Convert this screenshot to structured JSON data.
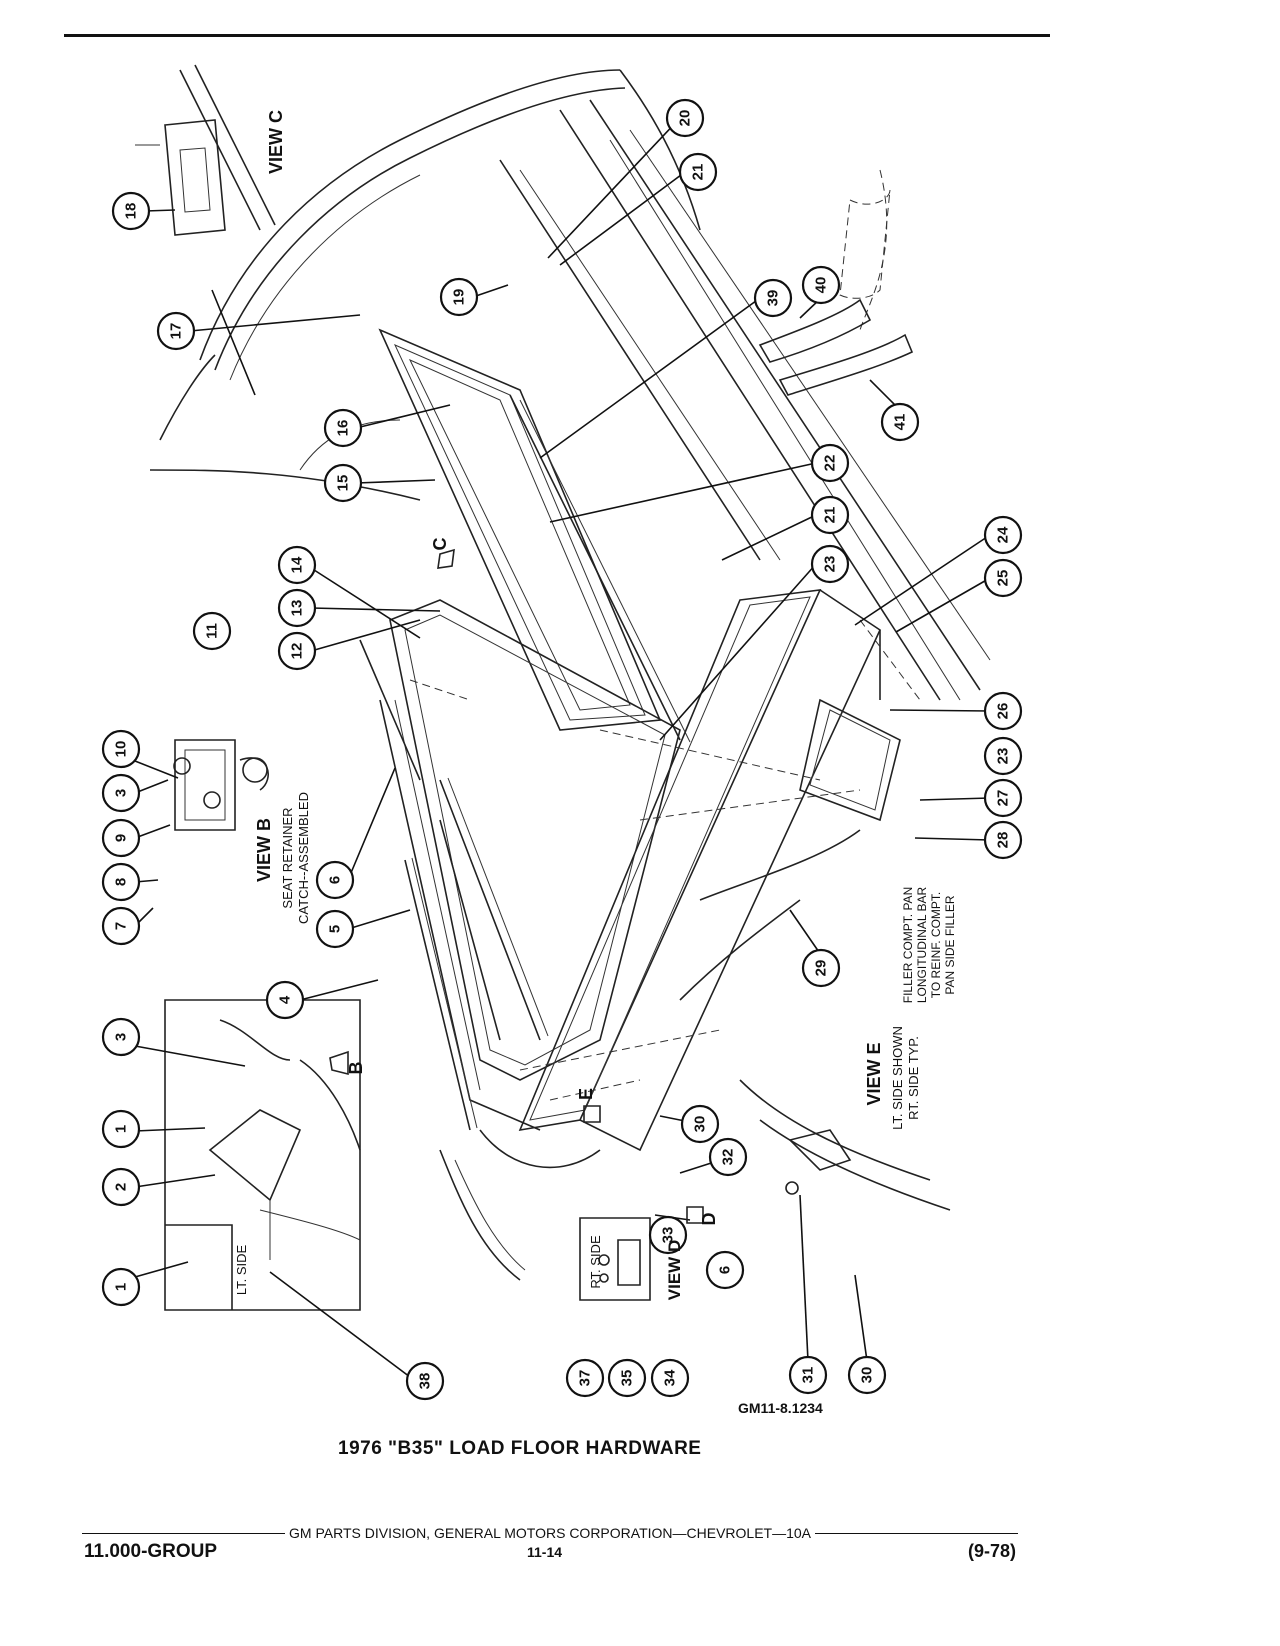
{
  "figure": {
    "id": "GM11-8.1234",
    "title": "1976 \"B35\" LOAD FLOOR HARDWARE"
  },
  "footer": {
    "publisher": "GM PARTS DIVISION, GENERAL MOTORS CORPORATION—CHEVROLET—10A",
    "group": "11.000-GROUP",
    "page": "11-14",
    "date": "(9-78)"
  },
  "views": {
    "view_c": "VIEW C",
    "view_b": "VIEW B",
    "view_b_caption_1": "SEAT RETAINER",
    "view_b_caption_2": "CATCH--ASSEMBLED",
    "view_d": "VIEW D",
    "view_d_side": "RT. SIDE",
    "view_e": "VIEW E",
    "view_e_caption_1": "LT. SIDE SHOWN",
    "view_e_caption_2": "RT. SIDE TYP.",
    "lt_side": "LT. SIDE",
    "note_1": "FILLER COMPT. PAN",
    "note_2": "LONGITUDINAL BAR",
    "note_3": "TO REINF. COMPT.",
    "note_4": "PAN SIDE FILLER"
  },
  "view_markers": [
    "C",
    "B",
    "E",
    "D"
  ],
  "callouts": [
    "1",
    "1",
    "2",
    "3",
    "3",
    "4",
    "5",
    "6",
    "6",
    "7",
    "8",
    "9",
    "10",
    "11",
    "12",
    "13",
    "14",
    "15",
    "16",
    "17",
    "18",
    "19",
    "20",
    "21",
    "21",
    "22",
    "23",
    "23",
    "24",
    "25",
    "26",
    "27",
    "28",
    "29",
    "30",
    "30",
    "31",
    "32",
    "33",
    "34",
    "35",
    "37",
    "38",
    "39",
    "40",
    "41"
  ]
}
